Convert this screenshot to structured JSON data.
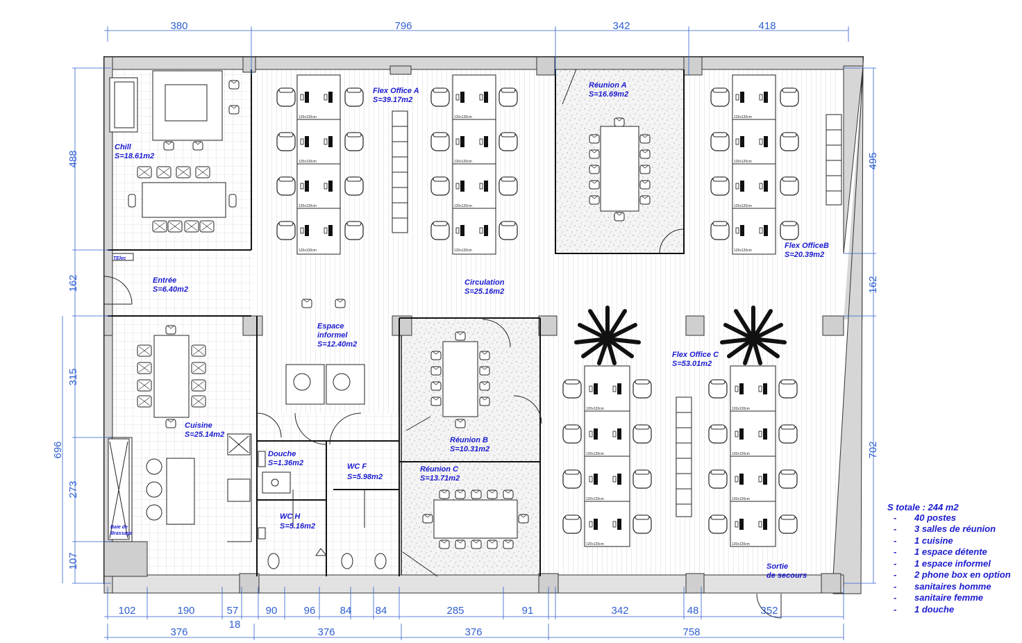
{
  "dimensions": {
    "top": [
      "380",
      "796",
      "342",
      "418"
    ],
    "bottom_row1": [
      "102",
      "190",
      "57",
      "90",
      "96",
      "84",
      "84",
      "285",
      "91",
      "342",
      "48",
      "352"
    ],
    "bottom_extra": "18",
    "bottom_row2": [
      "376",
      "376",
      "376",
      "758"
    ],
    "left": [
      "488",
      "162",
      "315",
      "273",
      "107"
    ],
    "left_total": "696",
    "right": [
      "495",
      "162",
      "702"
    ]
  },
  "rooms": {
    "chill": {
      "name": "Chill",
      "area": "S=18.61m2"
    },
    "entree": {
      "name": "Entrée",
      "area": "S=6.40m2"
    },
    "telec": "TElec",
    "cuisine": {
      "name": "Cuisine",
      "area": "S=25.14m2"
    },
    "baie": [
      "Baie de",
      "Brassage"
    ],
    "flex_a": {
      "name": "Flex Office A",
      "area": "S=39.17m2"
    },
    "reunion_a": {
      "name": "Réunion A",
      "area": "S=16.69m2"
    },
    "flex_b": {
      "name": "Flex OfficeB",
      "area": "S=20.39m2"
    },
    "circulation": {
      "name": "Circulation",
      "area": "S=25.16m2"
    },
    "espace": {
      "line1": "Espace",
      "line2": "informel",
      "area": "S=12.40m2"
    },
    "reunion_b": {
      "name": "Réunion B",
      "area": "S=10.31m2"
    },
    "reunion_c": {
      "name": "Réunion C",
      "area": "S=13.71m2"
    },
    "flex_c": {
      "name": "Flex Office C",
      "area": "S=53.01m2"
    },
    "douche": {
      "name": "Douche",
      "area": "S=1.36m2"
    },
    "wc_f": {
      "name": "WC F",
      "area": "S=5.98m2"
    },
    "wc_h": {
      "name": "WC H",
      "area": "S=5.16m2"
    },
    "sortie": [
      "Sortie",
      "de secours"
    ]
  },
  "desk_label": "120x120cm",
  "summary": {
    "title": "S totale : 244 m2",
    "bullet": "-",
    "items": [
      "40 postes",
      "3 salles de réunion",
      "1 cuisine",
      "1 espace détente",
      "1 espace informel",
      "2 phone box en option",
      "sanitaires homme",
      "sanitaire femme",
      "1 douche"
    ]
  },
  "colors": {
    "dimension": "#2f5fd0",
    "room_label": "#1a1ad0",
    "wall": "#111111",
    "pillar": "#cfcfcf"
  }
}
